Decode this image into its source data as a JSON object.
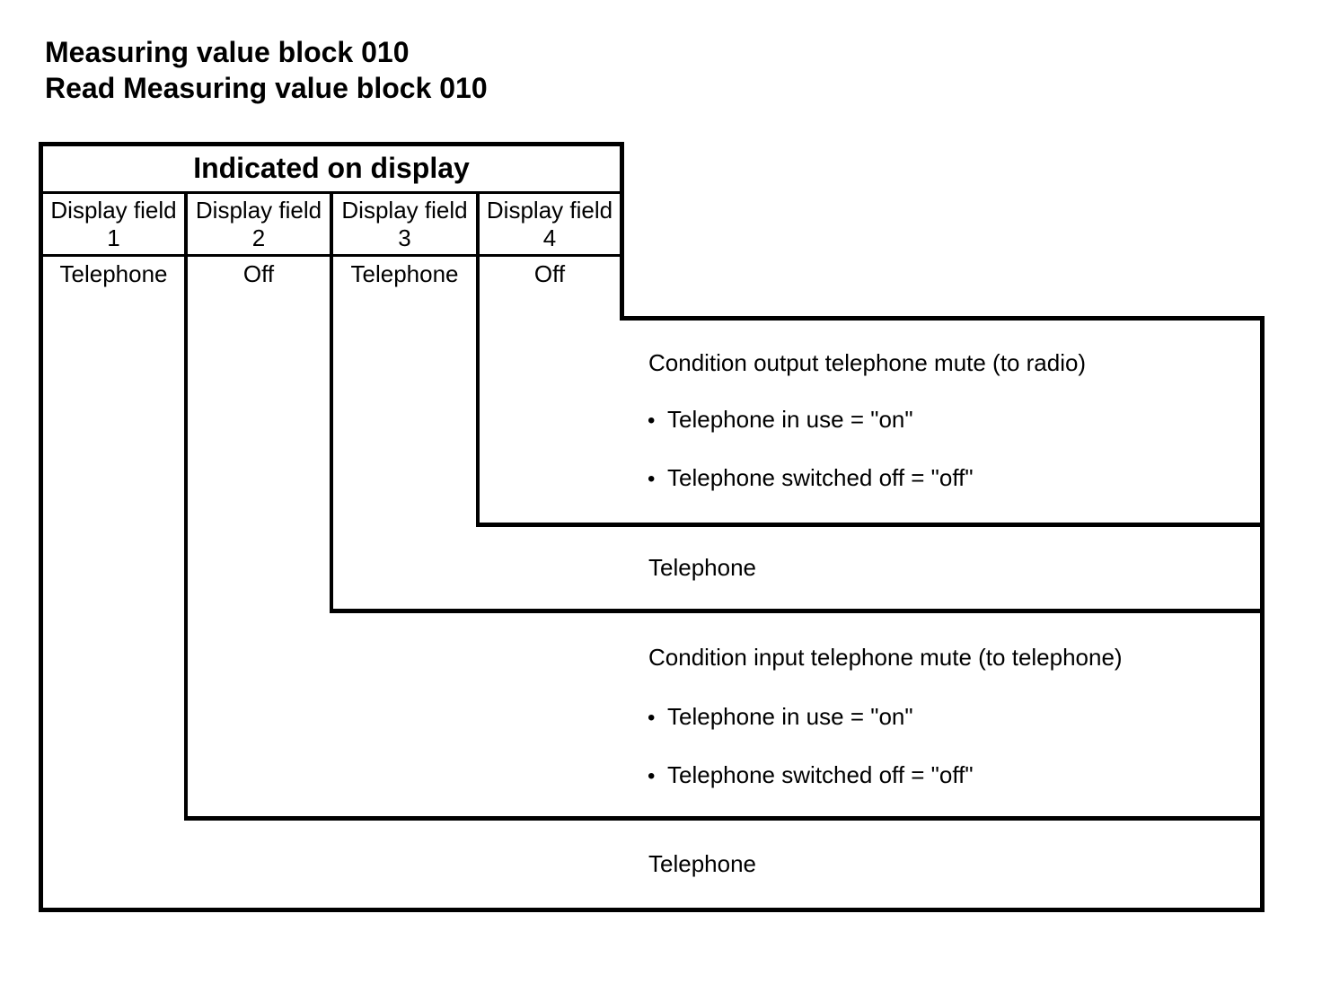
{
  "title": {
    "line1": "Measuring value block 010",
    "line2": "Read Measuring value block 010"
  },
  "table": {
    "header": "Indicated on display",
    "columns": [
      {
        "label": "Display field",
        "number": "1",
        "value": "Telephone"
      },
      {
        "label": "Display field",
        "number": "2",
        "value": "Off"
      },
      {
        "label": "Display field",
        "number": "3",
        "value": "Telephone"
      },
      {
        "label": "Display field",
        "number": "4",
        "value": "Off"
      }
    ]
  },
  "annotations": {
    "field4": {
      "heading": "Condition output telephone mute (to radio)",
      "bullets": [
        "Telephone in use = \"on\"",
        "Telephone switched off = \"off\""
      ]
    },
    "field3": {
      "label": "Telephone"
    },
    "field2": {
      "heading": "Condition input telephone mute (to telephone)",
      "bullets": [
        "Telephone in use = \"on\"",
        "Telephone switched off = \"off\""
      ]
    },
    "field1": {
      "label": "Telephone"
    }
  },
  "icons": {
    "bullet": "•"
  },
  "colors": {
    "line": "#000000",
    "text": "#000000",
    "background": "#ffffff"
  }
}
